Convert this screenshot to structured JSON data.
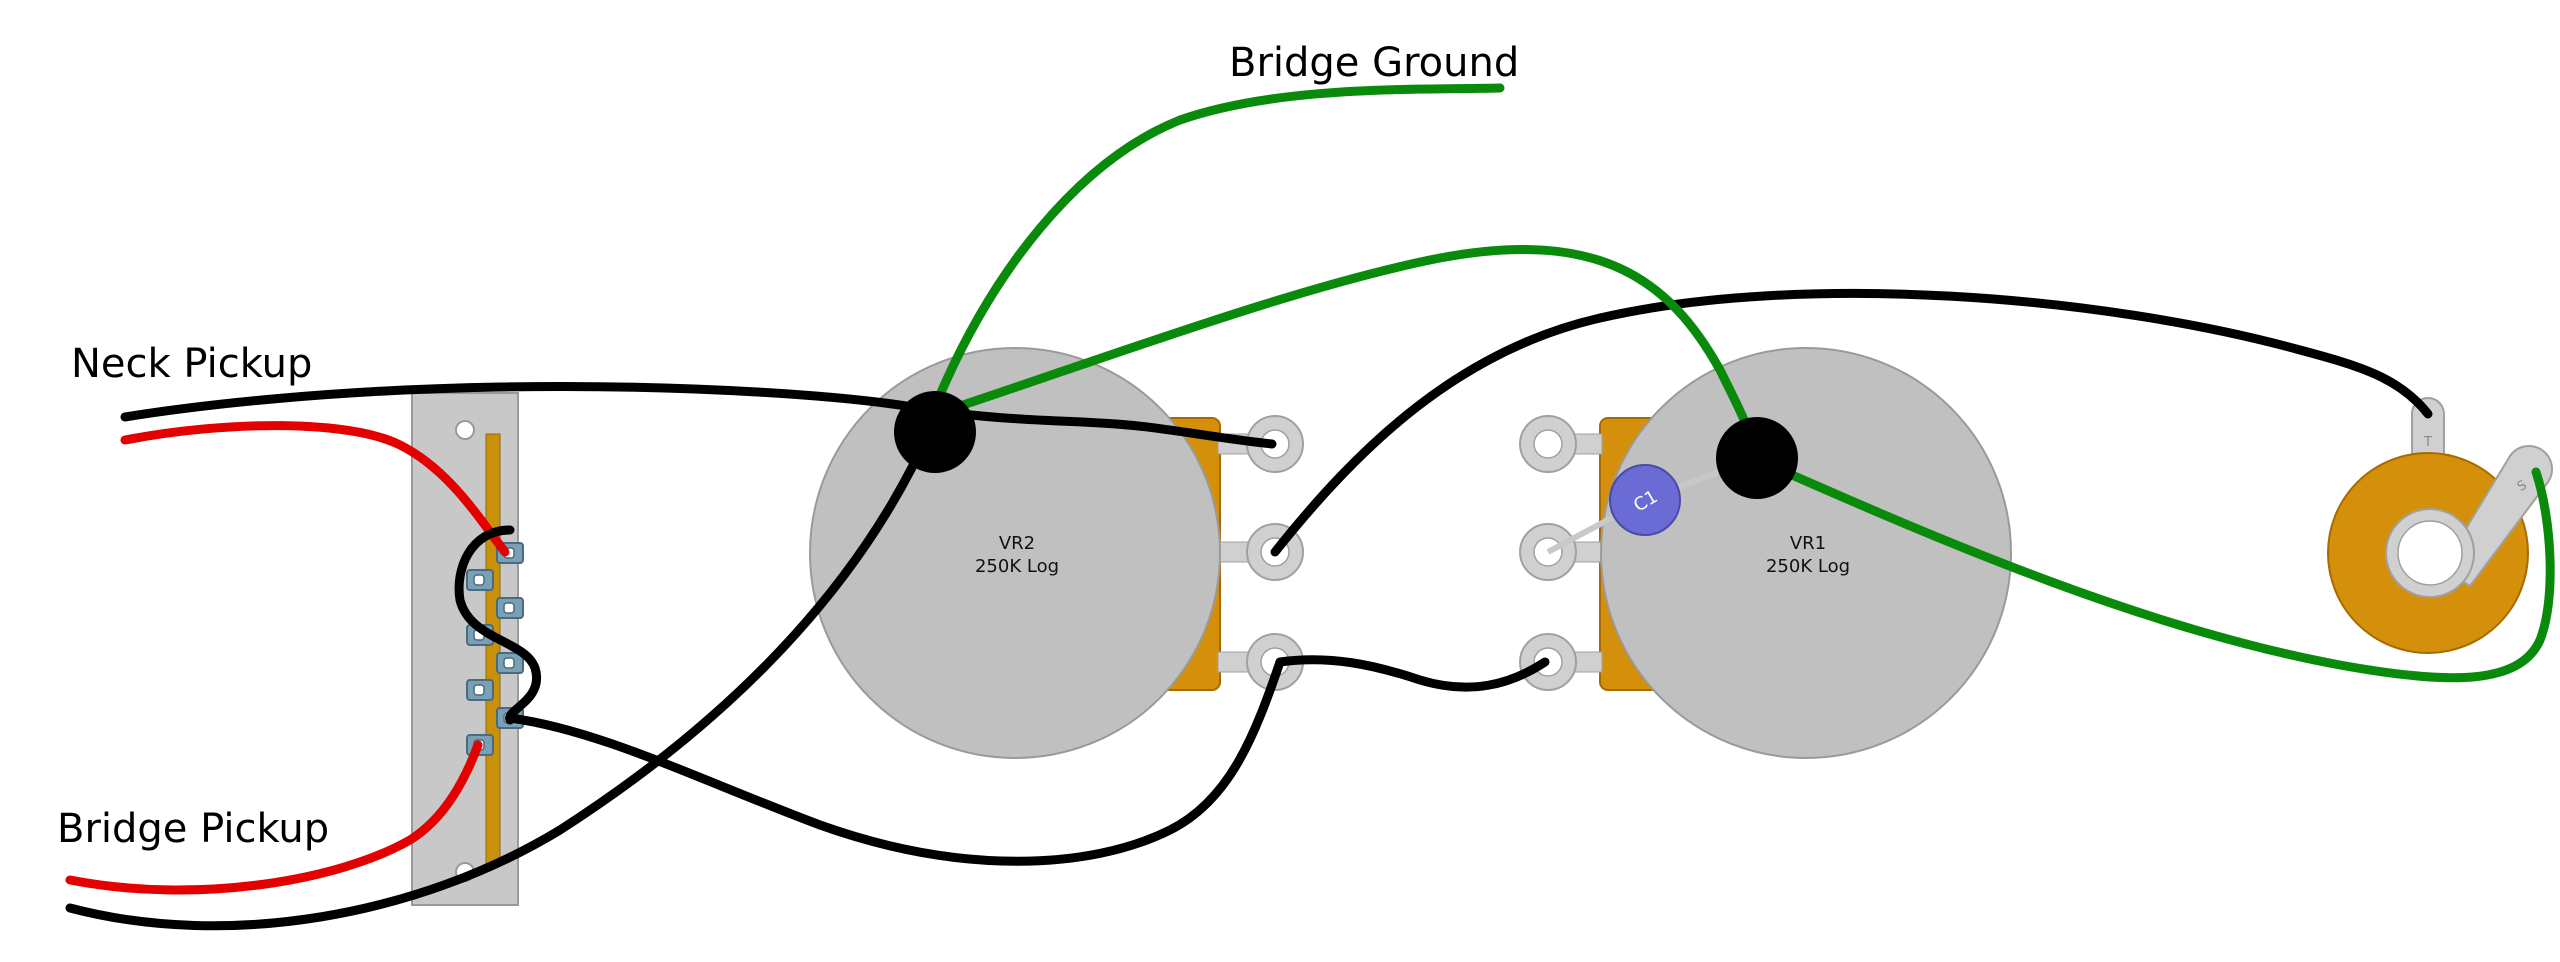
{
  "labels": {
    "bridge_ground": "Bridge Ground",
    "neck_pickup": "Neck Pickup",
    "bridge_pickup": "Bridge Pickup"
  },
  "components": {
    "vr2": {
      "name": "VR2",
      "value": "250K Log"
    },
    "vr1": {
      "name": "VR1",
      "value": "250K Log"
    },
    "capacitor": {
      "name": "C1"
    },
    "jack": {
      "tip": "T",
      "sleeve": "S"
    }
  },
  "colors": {
    "wire_black": "#000000",
    "wire_red": "#e50000",
    "wire_green": "#0a8a0a",
    "pot_body": "#c0c0c0",
    "pot_bracket": "#d4900a",
    "switch_plate": "#c8c8c8",
    "switch_lug": "#7aa0b4",
    "capacitor": "#6b6bd6",
    "jack_body": "#d4900a"
  }
}
